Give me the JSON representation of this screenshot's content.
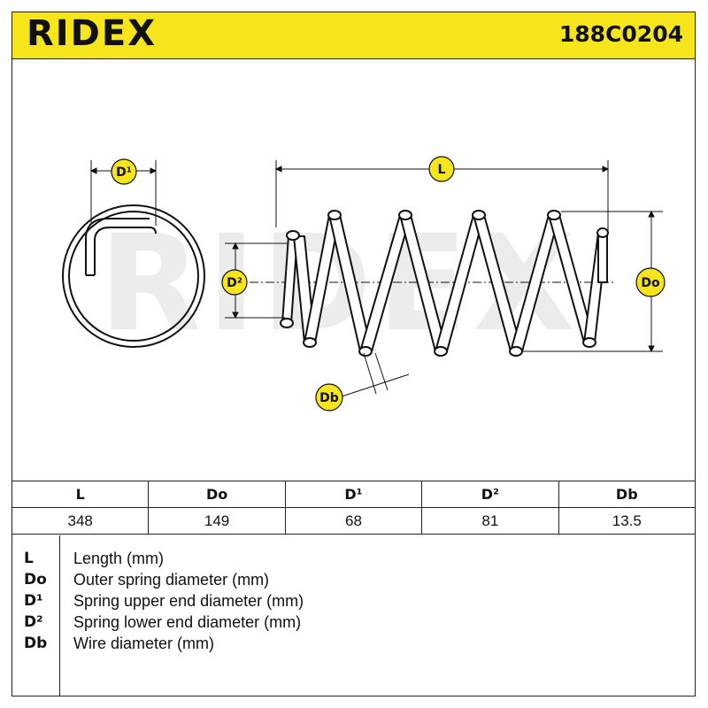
{
  "header": {
    "brand": "RIDEX",
    "part_number": "188C0204"
  },
  "badges": {
    "d1": "D¹",
    "l": "L",
    "d2": "D²",
    "do": "Do",
    "db": "Db"
  },
  "table": {
    "headers": [
      "L",
      "Do",
      "D¹",
      "D²",
      "Db"
    ],
    "values": [
      "348",
      "149",
      "68",
      "81",
      "13.5"
    ]
  },
  "legend": [
    {
      "code": "L",
      "desc": "Length (mm)"
    },
    {
      "code": "Do",
      "desc": "Outer spring diameter (mm)"
    },
    {
      "code": "D¹",
      "desc": "Spring upper end diameter (mm)"
    },
    {
      "code": "D²",
      "desc": "Spring lower end diameter (mm)"
    },
    {
      "code": "Db",
      "desc": "Wire diameter (mm)"
    }
  ],
  "colors": {
    "accent": "#f6e51a",
    "line": "#111111",
    "watermark": "#e6e6e6"
  },
  "watermark": "RIDEX"
}
